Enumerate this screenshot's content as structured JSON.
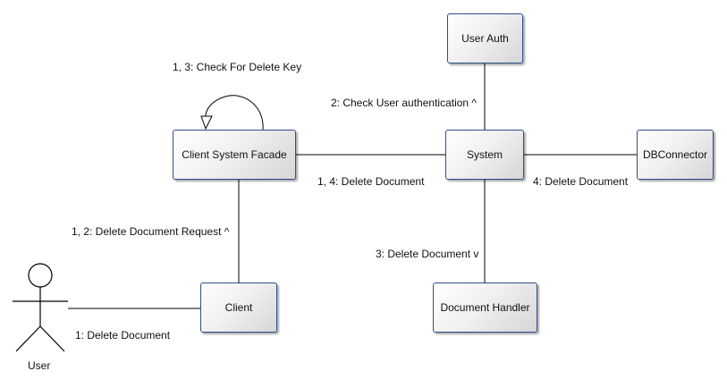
{
  "nodes": {
    "user_auth": "User Auth",
    "client_system_facade": "Client System Facade",
    "system": "System",
    "db_connector": "DBConnector",
    "client": "Client",
    "document_handler": "Document Handler"
  },
  "actor": {
    "label": "User"
  },
  "messages": {
    "self_check": "1, 3: Check For Delete Key",
    "check_auth": "2: Check User authentication ^",
    "facade_to_system": "1, 4: Delete Document",
    "system_to_db": "4: Delete Document",
    "client_to_facade": "1, 2: Delete Document Request ^",
    "system_to_handler": "3: Delete Document v",
    "user_to_client": "1: Delete Document"
  },
  "colors": {
    "box_border": "#2f4f8a",
    "line": "#000000"
  }
}
